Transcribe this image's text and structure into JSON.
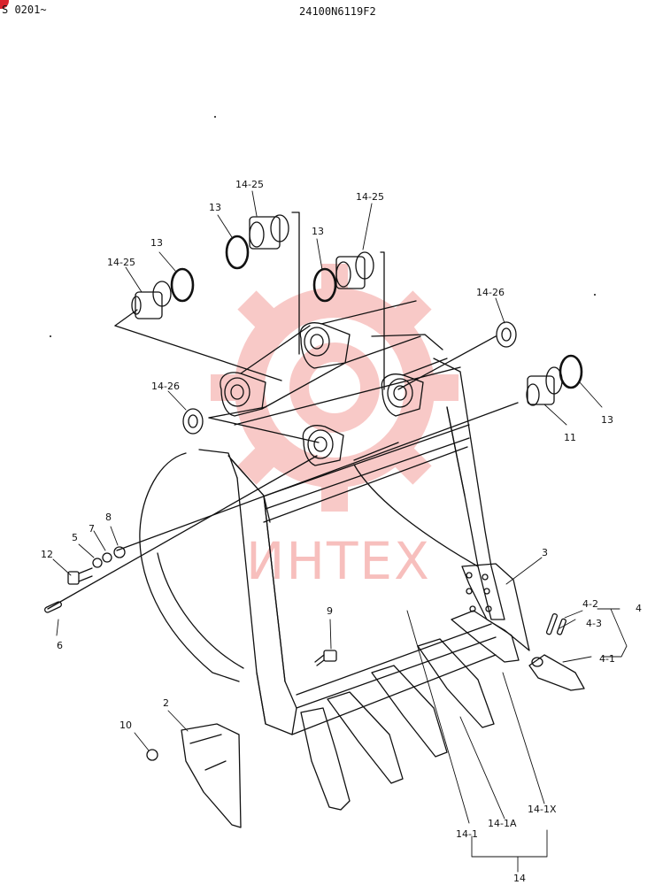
{
  "header": {
    "left_text": "S 0201~",
    "center_text": "24100N6119F2"
  },
  "watermark": {
    "text": "ИНТЕХ",
    "color": "#e8403a"
  },
  "corner_mark_color": "#d9232d",
  "labels": {
    "l_14_25_a": "14-25",
    "l_14_25_b": "14-25",
    "l_14_25_c": "14-25",
    "l_13_a": "13",
    "l_13_b": "13",
    "l_13_c": "13",
    "l_13_d": "13",
    "l_14_26_a": "14-26",
    "l_14_26_b": "14-26",
    "l_11": "11",
    "l_12": "12",
    "l_5": "5",
    "l_7": "7",
    "l_8": "8",
    "l_6": "6",
    "l_9": "9",
    "l_10": "10",
    "l_2": "2",
    "l_3": "3",
    "l_4": "4",
    "l_4_1": "4-1",
    "l_4_2": "4-2",
    "l_4_3": "4-3",
    "l_14_1": "14-1",
    "l_14_1A": "14-1A",
    "l_14_1X": "14-1X",
    "l_14": "14"
  }
}
